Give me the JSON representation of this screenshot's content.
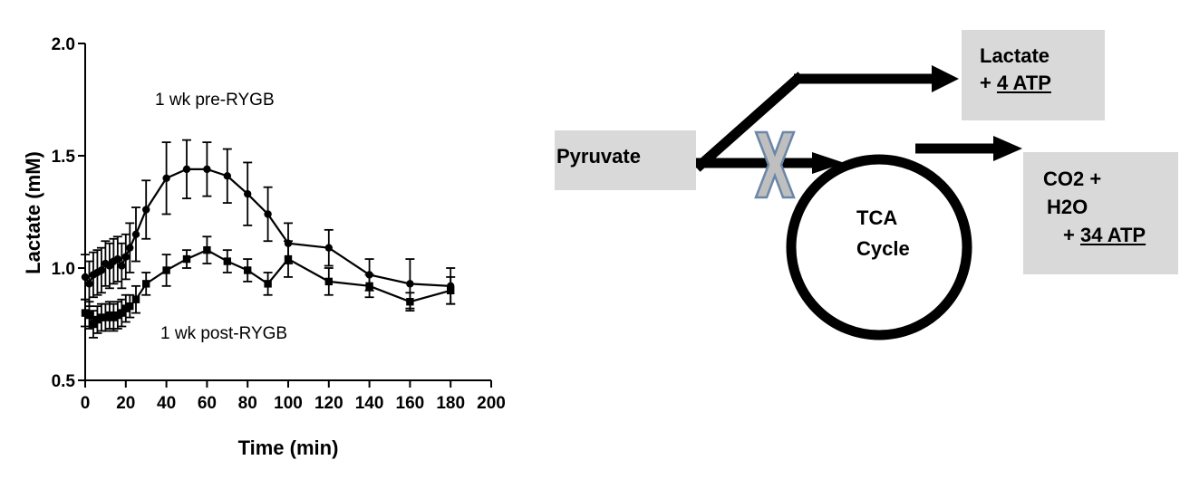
{
  "chart_data": {
    "type": "line",
    "xlabel": "Time (min)",
    "ylabel": "Lactate (mM)",
    "xlim": [
      0,
      200
    ],
    "ylim": [
      0.5,
      2.0
    ],
    "x_ticks": [
      "0",
      "20",
      "40",
      "60",
      "80",
      "100",
      "120",
      "140",
      "160",
      "180",
      "200"
    ],
    "y_ticks": [
      "0.5",
      "1.0",
      "1.5",
      "2.0"
    ],
    "grid": false,
    "annotations": [
      "1 wk pre-RYGB",
      "1 wk post-RYGB"
    ],
    "series": [
      {
        "name": "1 wk pre-RYGB",
        "x": [
          0,
          2,
          4,
          6,
          8,
          10,
          12,
          14,
          16,
          18,
          20,
          22,
          25,
          30,
          40,
          50,
          60,
          70,
          80,
          90,
          100,
          120,
          140,
          160,
          180
        ],
        "y": [
          0.96,
          0.93,
          0.97,
          0.98,
          0.99,
          1.02,
          1.01,
          1.03,
          1.04,
          1.01,
          1.05,
          1.09,
          1.15,
          1.26,
          1.4,
          1.44,
          1.44,
          1.41,
          1.33,
          1.24,
          1.11,
          1.09,
          0.97,
          0.93,
          0.92
        ],
        "err": [
          0.1,
          0.1,
          0.1,
          0.1,
          0.1,
          0.1,
          0.1,
          0.1,
          0.1,
          0.1,
          0.1,
          0.11,
          0.12,
          0.13,
          0.16,
          0.13,
          0.12,
          0.12,
          0.14,
          0.12,
          0.09,
          0.08,
          0.07,
          0.11,
          0.08
        ]
      },
      {
        "name": "1 wk post-RYGB",
        "x": [
          0,
          2,
          4,
          6,
          8,
          10,
          12,
          14,
          16,
          18,
          20,
          22,
          25,
          30,
          40,
          50,
          60,
          70,
          80,
          90,
          100,
          120,
          140,
          160,
          180
        ],
        "y": [
          0.8,
          0.79,
          0.75,
          0.77,
          0.78,
          0.78,
          0.79,
          0.78,
          0.79,
          0.8,
          0.82,
          0.83,
          0.86,
          0.93,
          0.99,
          1.04,
          1.08,
          1.03,
          0.99,
          0.93,
          1.04,
          0.94,
          0.92,
          0.85,
          0.9
        ],
        "err": [
          0.06,
          0.06,
          0.06,
          0.06,
          0.06,
          0.06,
          0.06,
          0.06,
          0.06,
          0.06,
          0.06,
          0.05,
          0.06,
          0.05,
          0.07,
          0.04,
          0.06,
          0.05,
          0.05,
          0.05,
          0.08,
          0.06,
          0.05,
          0.04,
          0.06
        ]
      }
    ]
  },
  "diagram": {
    "pyruvate": "Pyruvate",
    "lactate_line1": "Lactate",
    "lactate_plus": "+ ",
    "lactate_atp": "4 ATP",
    "co2_line1": "CO2 +",
    "co2_line2": "H2O",
    "co2_plus": "+ ",
    "co2_atp": "34 ATP",
    "tca_line1": "TCA",
    "tca_line2": "Cycle",
    "x_color": "#bfbfbf",
    "x_stroke": "#6a86a8",
    "box_color": "#d9d9d9"
  }
}
